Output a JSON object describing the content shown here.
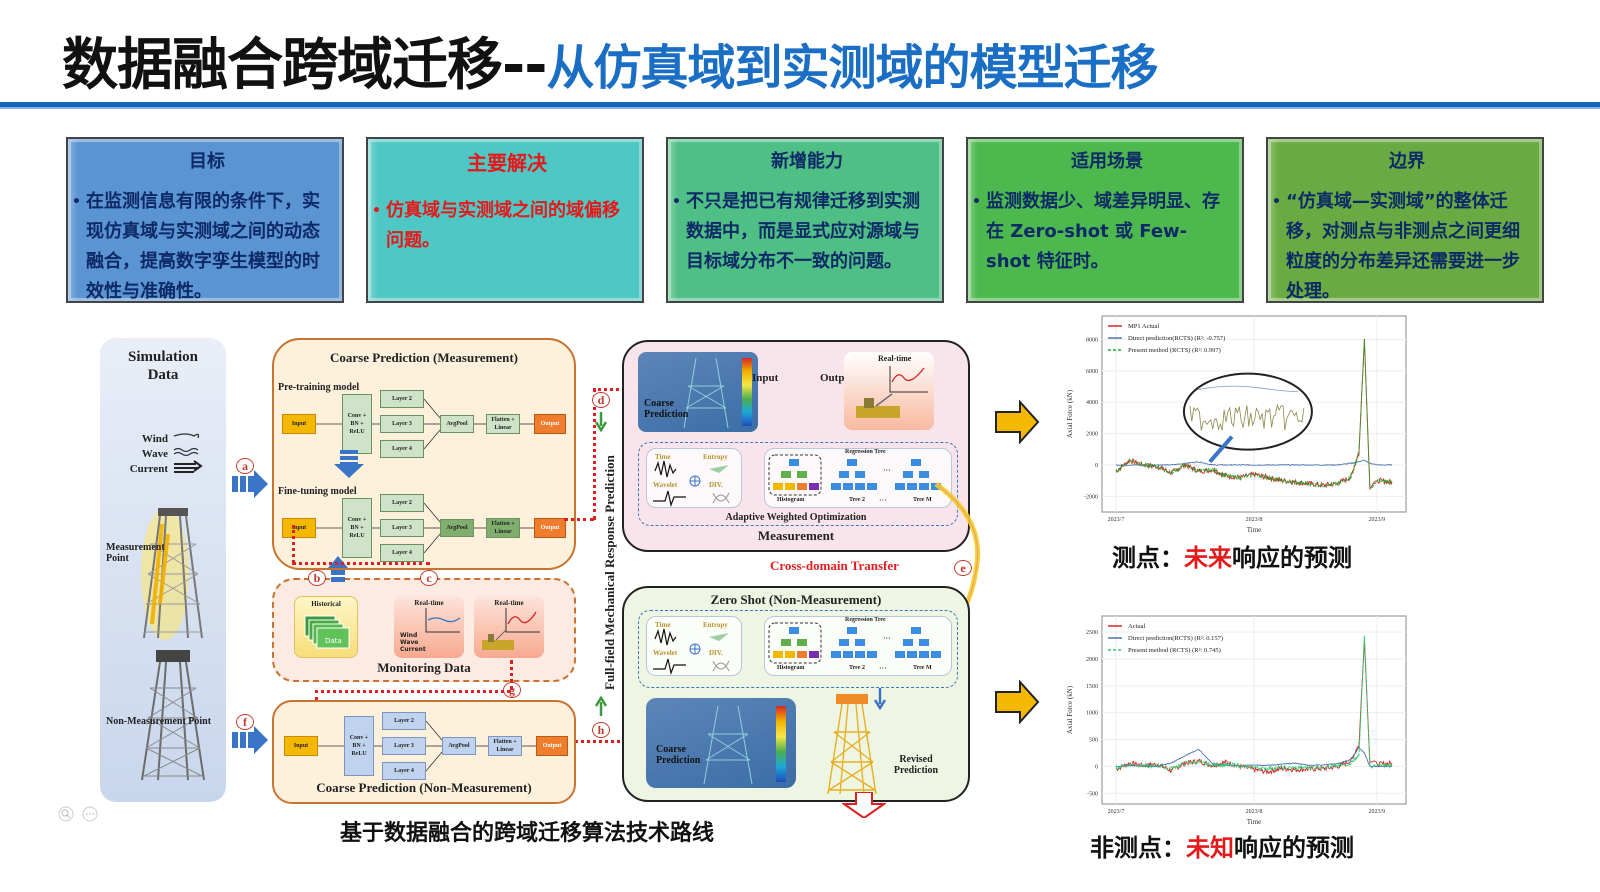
{
  "title": {
    "main": "数据融合跨域迁移--",
    "sub": "从仿真域到实测域的模型迁移"
  },
  "cards": [
    {
      "heading": "目标",
      "text": "在监测信息有限的条件下，实现仿真域与实测域之间的动态融合，提高数字孪生模型的时效性与准确性。",
      "bg": "#5b94d2",
      "heading_color": "#0d2a66",
      "text_color": "#0d2a66"
    },
    {
      "heading": "主要解决",
      "text": "仿真域与实测域之间的域偏移问题。",
      "bg": "#4fc7c4",
      "heading_color": "#e41a1a",
      "text_color": "#e41a1a"
    },
    {
      "heading": "新增能力",
      "text": "不只是把已有规律迁移到实测数据中，而是显式应对源域与目标域分布不一致的问题。",
      "bg": "#4fbf86",
      "heading_color": "#0d2a66",
      "text_color": "#0d2a66"
    },
    {
      "heading": "适用场景",
      "text": "监测数据少、域差异明显、存在 Zero-shot 或 Few-shot 特征时。",
      "bg": "#4cb84e",
      "heading_color": "#0d2a66",
      "text_color": "#0d2a66"
    },
    {
      "heading": "边界",
      "text": "“仿真域—实测域”的整体迁移，对测点与非测点之间更细粒度的分布差异还需要进一步处理。",
      "bg": "#6aaa42",
      "heading_color": "#0d2a66",
      "text_color": "#0d2a66"
    }
  ],
  "diagram": {
    "simulation": {
      "title_line1": "Simulation",
      "title_line2": "Data",
      "env": [
        "Wind",
        "Wave",
        "Current"
      ],
      "measurement_point": "Measurement Point",
      "non_measurement_point": "Non-Measurement Point"
    },
    "coarse_measurement": {
      "title": "Coarse Prediction (Measurement)",
      "pretraining": "Pre-training model",
      "finetuning": "Fine-tuning model"
    },
    "nn_blocks": {
      "input": "Input",
      "conv": "Conv + BN + ReLU",
      "layer2": "Layer 2",
      "layer3": "Layer 3",
      "layer4": "Layer 4",
      "avgpool": "AvgPool",
      "flatten": "Flatten + Linear",
      "output": "Output"
    },
    "monitoring": {
      "title": "Monitoring Data",
      "historical": "Historical",
      "data_label": "Data",
      "realtime": "Real-time",
      "env": [
        "Wind",
        "Wave",
        "Current"
      ]
    },
    "coarse_non_measurement": {
      "title": "Coarse Prediction (Non-Measurement)"
    },
    "vertical_label": "Full-field Mechanical Response Prediction",
    "measurement": {
      "title": "Measurement",
      "coarse": "Coarse Prediction",
      "input": "Input",
      "output": "Output",
      "realtime": "Real-time",
      "features": [
        "Time",
        "Entropy",
        "Wavelet",
        "DIV."
      ],
      "regression_tree": "Regression Tree",
      "histogram": "Histogram",
      "tree2": "Tree 2",
      "treeM": "Tree M",
      "adaptive": "Adaptive Weighted Optimization"
    },
    "cross_domain": "Cross-domain Transfer",
    "zero_shot": {
      "title": "Zero Shot (Non-Measurement)",
      "coarse": "Coarse Prediction",
      "revised": "Revised Prediction"
    },
    "tags": [
      "a",
      "b",
      "c",
      "d",
      "e",
      "f",
      "g",
      "h"
    ],
    "caption": "基于数据融合的跨域迁移算法技术路线"
  },
  "zoom_controls": {
    "zoom_icon": "magnifier",
    "more_icon": "ellipsis"
  },
  "chart_data": [
    {
      "type": "line",
      "title": "",
      "xlabel": "Time",
      "ylabel": "Axial Force (kN)",
      "x_ticks": [
        "2023/7",
        "2023/8",
        "2023/9"
      ],
      "y_ticks": [
        -2000,
        0,
        2000,
        4000,
        6000,
        8000
      ],
      "ylim": [
        -3000,
        9500
      ],
      "grid": true,
      "legend_position": "top-left",
      "x": [
        0,
        0.05,
        0.1,
        0.15,
        0.2,
        0.25,
        0.3,
        0.35,
        0.4,
        0.45,
        0.5,
        0.55,
        0.6,
        0.65,
        0.7,
        0.75,
        0.8,
        0.85,
        0.88,
        0.9,
        0.92,
        0.95,
        1.0
      ],
      "series": [
        {
          "name": "MP1 Actual",
          "color": "#d62728",
          "style": "solid",
          "values": [
            -400,
            300,
            0,
            -100,
            -500,
            0,
            -400,
            -300,
            -700,
            -800,
            -600,
            -800,
            -1000,
            -1100,
            -1200,
            -1300,
            -1200,
            -800,
            800,
            8000,
            -1500,
            -1000,
            -1100
          ]
        },
        {
          "name": "Direct prediction(RCTS) (R²: -0.757)",
          "color": "#4c72b0",
          "style": "solid",
          "values": [
            0,
            0,
            0,
            0,
            0,
            100,
            200,
            0,
            0,
            0,
            0,
            0,
            0,
            0,
            0,
            0,
            0,
            100,
            200,
            300,
            100,
            0,
            0
          ]
        },
        {
          "name": "Present method (RCTS) (R²: 0.997)",
          "color": "#2ca02c",
          "style": "dashed",
          "values": [
            -400,
            300,
            0,
            -100,
            -500,
            0,
            -400,
            -300,
            -700,
            -800,
            -600,
            -800,
            -1000,
            -1100,
            -1200,
            -1300,
            -1200,
            -800,
            800,
            7900,
            -1500,
            -1000,
            -1100
          ]
        }
      ],
      "annotation": "zoomed inset ellipse with arrow"
    },
    {
      "type": "line",
      "title": "",
      "xlabel": "Time",
      "ylabel": "Axial Force (kN)",
      "x_ticks": [
        "2023/7",
        "2023/8",
        "2023/9"
      ],
      "y_ticks": [
        -500,
        0,
        500,
        1000,
        1500,
        2000,
        2500
      ],
      "ylim": [
        -700,
        2800
      ],
      "grid": true,
      "legend_position": "top-left",
      "x": [
        0,
        0.05,
        0.1,
        0.15,
        0.2,
        0.25,
        0.3,
        0.35,
        0.4,
        0.45,
        0.5,
        0.55,
        0.6,
        0.65,
        0.7,
        0.75,
        0.8,
        0.85,
        0.88,
        0.9,
        0.92,
        0.95,
        1.0
      ],
      "series": [
        {
          "name": "Actual",
          "color": "#d62728",
          "style": "solid",
          "values": [
            -50,
            60,
            20,
            40,
            -80,
            60,
            100,
            20,
            80,
            0,
            -60,
            -100,
            -40,
            -60,
            -50,
            -40,
            -10,
            100,
            400,
            2350,
            80,
            40,
            60
          ]
        },
        {
          "name": "Direct prediction(RCTS) (R²: 0.157)",
          "color": "#4c72b0",
          "style": "solid",
          "values": [
            0,
            20,
            0,
            0,
            60,
            200,
            320,
            50,
            20,
            10,
            30,
            20,
            40,
            60,
            20,
            30,
            50,
            120,
            350,
            250,
            0,
            0,
            0
          ]
        },
        {
          "name": "Present method (RCTS) (R²: 0.745)",
          "color": "#2ecc71",
          "style": "dashed",
          "values": [
            -20,
            40,
            10,
            20,
            -40,
            60,
            80,
            20,
            40,
            10,
            -20,
            -40,
            -20,
            -30,
            -20,
            -10,
            0,
            60,
            200,
            2400,
            0,
            20,
            20
          ]
        }
      ]
    }
  ],
  "chart_captions": [
    {
      "prefix": "测点：",
      "highlight": "未来",
      "suffix": "响应的预测"
    },
    {
      "prefix": "非测点：",
      "highlight": "未知",
      "suffix": "响应的预测"
    }
  ]
}
